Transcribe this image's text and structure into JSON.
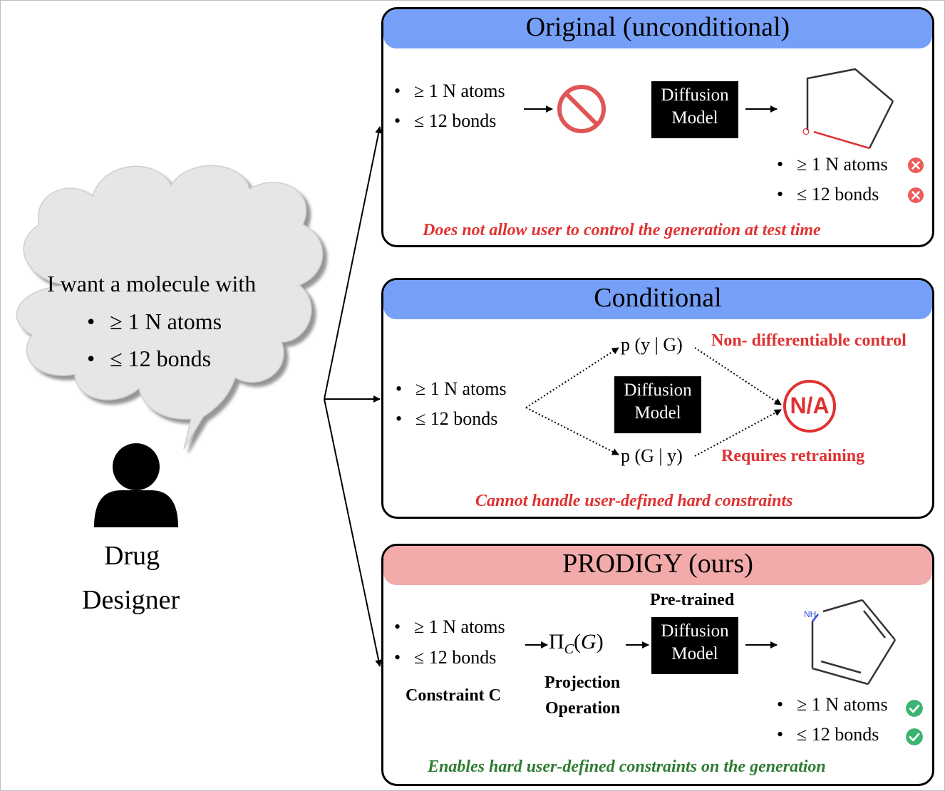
{
  "speech": {
    "line1": "I want a molecule with",
    "item1": "≥ 1 N atoms",
    "item2": "≤ 12 bonds"
  },
  "person": {
    "line1": "Drug",
    "line2": "Designer"
  },
  "panel1": {
    "title": "Original (unconditional)",
    "input1": "≥ 1 N atoms",
    "input2": "≤ 12 bonds",
    "model": [
      "Diffusion",
      "Model"
    ],
    "out1": "≥ 1 N atoms",
    "out2": "≤ 12 bonds",
    "atom": "O",
    "caption": "Does not allow user to control the generation at test time"
  },
  "panel2": {
    "title": "Conditional",
    "input1": "≥ 1 N atoms",
    "input2": "≤ 12 bonds",
    "model": [
      "Diffusion",
      "Model"
    ],
    "upper": "p (y | G)",
    "lower": "p (G | y)",
    "note_upper": "Non- differentiable control",
    "note_lower": "Requires retraining",
    "na": "N/A",
    "caption": "Cannot handle user-defined hard constraints"
  },
  "panel3": {
    "title": "PRODIGY (ours)",
    "input1": "≥ 1 N atoms",
    "input2": "≤ 12 bonds",
    "constraint": "Constraint C",
    "projection": [
      "Projection",
      "Operation"
    ],
    "pretrained": "Pre-trained",
    "model": [
      "Diffusion",
      "Model"
    ],
    "atom": "NH",
    "out1": "≥ 1 N atoms",
    "out2": "≤ 12 bonds",
    "caption": "Enables hard user-defined constraints on the generation"
  },
  "colors": {
    "header_blue": "#76a0f7",
    "header_pink": "#f2aaaa",
    "fail_red": "#e03131",
    "ok_green": "#3cb371"
  }
}
